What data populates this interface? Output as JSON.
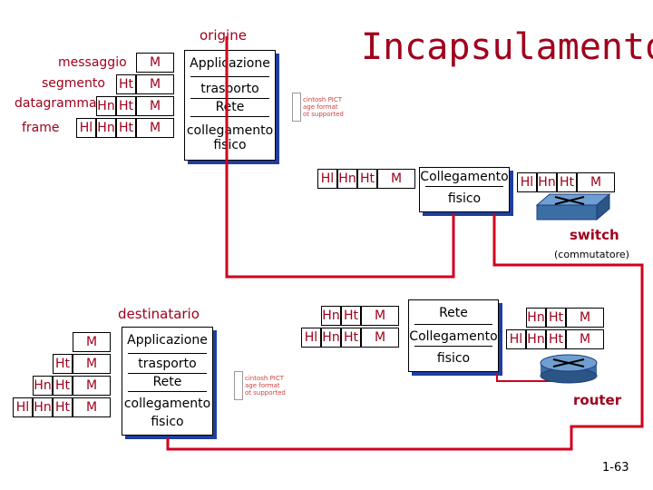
{
  "title": "Incapsulamento",
  "origin_label": "origine",
  "destination_label": "destinatario",
  "layer_names": {
    "messaggio": "messaggio",
    "segmento": "segmento",
    "datagramma": "datagramma",
    "frame": "frame"
  },
  "headers": {
    "M": "M",
    "Ht": "Ht",
    "Hn": "Hn",
    "Hl": "Hl"
  },
  "stack_labels": {
    "applicazione": "Applicazione",
    "trasporto": "trasporto",
    "rete": "Rete",
    "collegamento": "collegamento",
    "collegamento_cap": "Collegamento",
    "fisico": "fisico"
  },
  "devices": {
    "switch": "switch",
    "switch_sub": "(commutatore)",
    "router": "router"
  },
  "pict_notice": "cintosh PICT\nage format\not supported",
  "slide_number": "1-63",
  "colors": {
    "accent": "#a0001c",
    "shadow": "#1f3f9f",
    "path": "#d0001e",
    "device": "#3b6ea5"
  }
}
